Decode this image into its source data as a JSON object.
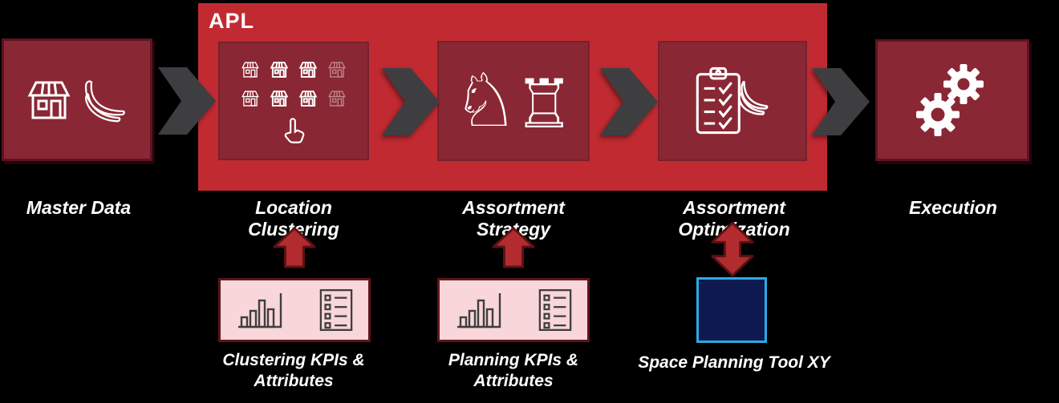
{
  "apl": {
    "label": "APL"
  },
  "stages": [
    {
      "label": "Master Data"
    },
    {
      "label": "Location Clustering"
    },
    {
      "label": "Assortment Strategy"
    },
    {
      "label": "Assortment Optimization"
    },
    {
      "label": "Execution"
    }
  ],
  "bottom": {
    "clustering_kpis": {
      "line1": "Clustering KPIs &",
      "line2": "Attributes"
    },
    "planning_kpis": {
      "line1": "Planning KPIs &",
      "line2": "Attributes"
    },
    "space_tool": {
      "label": "Space Planning Tool XY"
    }
  },
  "icons": {
    "knight_glyph": "♘",
    "rook_glyph": "♖"
  },
  "colors": {
    "background": "#000000",
    "apl_red": "#C12A31",
    "stage_box": "#8A2734",
    "stage_box_border": "#77202D",
    "outer_box_border": "#5C1420",
    "chevron_gray": "#3E3E41",
    "arrow_red": "#B22B2E",
    "arrow_border": "#5A1215",
    "kpi_pink": "#F8D6DA",
    "kpi_border": "#5E151B",
    "space_navy": "#0D1950",
    "space_cyan": "#29ABE2",
    "icon_gray": "#3F3F3F",
    "text_white": "#FFFFFF"
  }
}
